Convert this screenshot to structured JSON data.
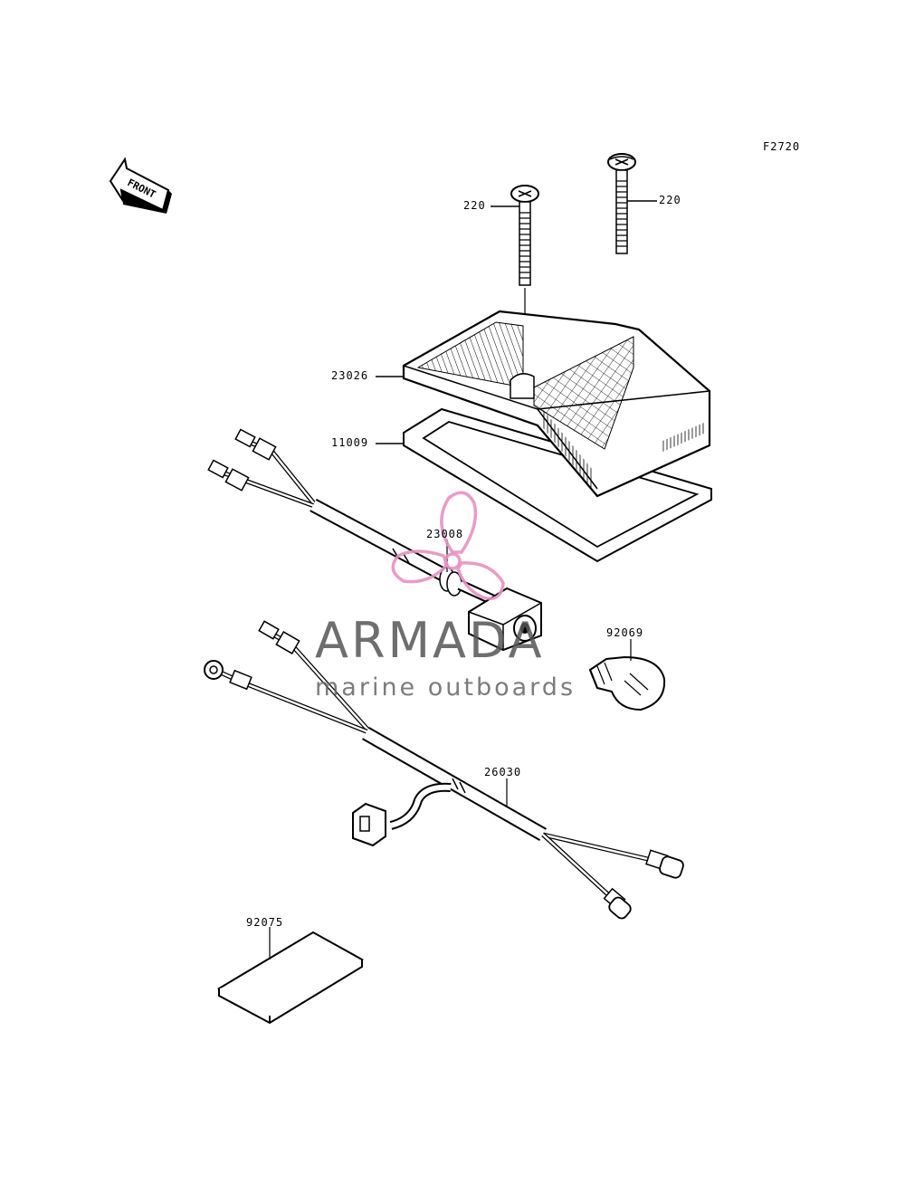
{
  "figure_code": "F2720",
  "front_arrow_label": "FRONT",
  "parts": {
    "bolt_right": "220",
    "bolt_left": "220",
    "cover": "23026",
    "gasket": "11009",
    "socket": "23008",
    "bulb": "92069",
    "harness": "26030",
    "pad": "92075"
  },
  "watermark": {
    "title": "ARMADA",
    "subtitle": "marine outboards",
    "accent_color": "#e890c0"
  }
}
